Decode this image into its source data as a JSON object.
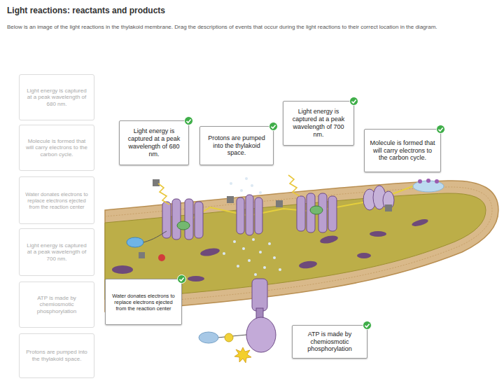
{
  "diagram": {
    "title": "Light reactions: reactants and products",
    "nodes": [
      {
        "text": [
          "Light energy is captured at a peak wavelength of 680 nm."
        ]
      },
      {
        "text": [
          "Molecule is formed that will carry electrons to the carbon cycle."
        ]
      },
      {
        "text": [
          "Water donates electrons to replace electrons ejected from the reaction center"
        ]
      },
      {
        "text": [
          "Light energy is captured at a peak wavelength of 700 nm."
        ]
      },
      {
        "text": [
          "ATP is made by chemiosmotic phosphorylation"
        ]
      },
      {
        "text": [
          "Protons are pumped into the thylakoid space."
        ]
      },
      {
        "text": [
          "Light energy is captured at a peak wavelength of 680 nm."
        ]
      },
      {
        "text": [
          "Protons are pumped into the thylakoid space."
        ]
      },
      {
        "text": [
          "Light energy is captured at a peak wavelength of 700 nm."
        ]
      },
      {
        "text": [
          "Molecule is formed that will carry electrons to the carbon cycle."
        ]
      },
      {
        "text": [
          "Water donates electrons to replace electrons ejected from the reaction center"
        ]
      },
      {
        "text": [
          "ATP is made by chemiosmotic phosphorylation"
        ]
      }
    ],
    "labels": [
      "Below is an image of the light reactions in the thylakoid membrane. Drag the descriptions of events that occur during the light reactions to their correct location in the diagram."
    ]
  }
}
